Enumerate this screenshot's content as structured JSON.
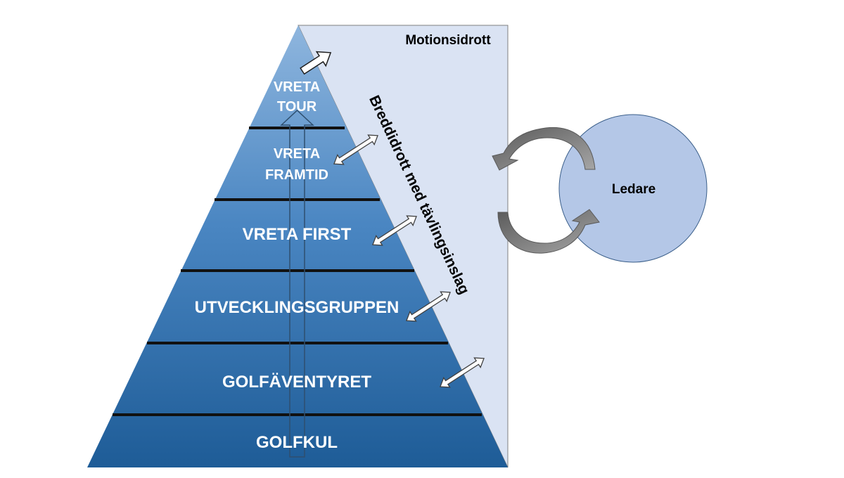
{
  "outer_region": {
    "label": "Motionsidrott"
  },
  "diagonal_label": "Breddidrott med tävlingsinslag",
  "pyramid": {
    "levels": [
      {
        "lines": [
          "VRETA",
          "TOUR"
        ]
      },
      {
        "lines": [
          "VRETA",
          "FRAMTID"
        ]
      },
      {
        "lines": [
          "VRETA FIRST"
        ]
      },
      {
        "lines": [
          "UTVECKLINGSGRUPPEN"
        ]
      },
      {
        "lines": [
          "GOLFÄVENTYRET"
        ]
      },
      {
        "lines": [
          "GOLFKUL"
        ]
      }
    ]
  },
  "circle": {
    "label": "Ledare"
  },
  "colors": {
    "pyramid_top": "#8fb6de",
    "pyramid_bottom": "#1e5c97",
    "outer_region_fill": "#dae3f3",
    "circle_fill": "#b4c7e7",
    "cycle_arrow": "#7f7f7f"
  }
}
